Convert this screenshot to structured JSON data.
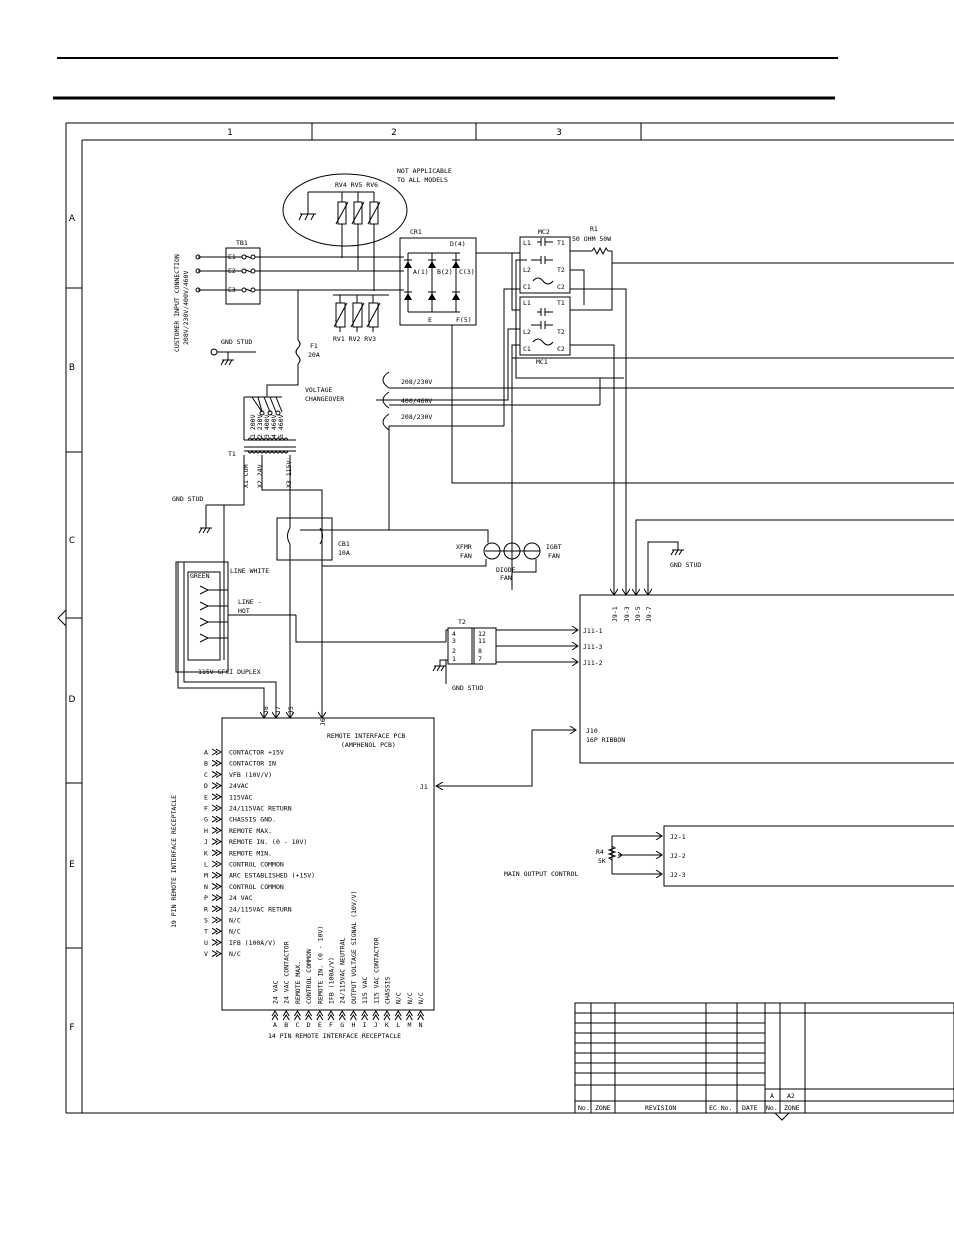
{
  "columns": [
    "1",
    "2",
    "3"
  ],
  "rows": [
    "A",
    "B",
    "C",
    "D",
    "E",
    "F"
  ],
  "labels": {
    "not_applicable": [
      "NOT APPLICABLE",
      "TO ALL MODELS"
    ],
    "rv_top": "RV4 RV5 RV6",
    "rv_bottom": "RV1 RV2 RV3",
    "tb1": "TB1",
    "e1": "E1",
    "e2": "E2",
    "e3": "E3",
    "customer_input": [
      "CUSTOMER INPUT CONNECTION",
      "208V/230V/400V/460V"
    ],
    "gnd_stud": "GND STUD",
    "f1": "F1",
    "f1_rating": "20A",
    "cr1": "CR1",
    "cr1_d": "D(4)",
    "cr1_a": "A(1)",
    "cr1_b": "B(2)",
    "cr1_c": "C(3)",
    "cr1_e": "E",
    "cr1_f": "F(5)",
    "mc2": "MC2",
    "mc1": "MC1",
    "l1": "L1",
    "t1": "T1",
    "l2": "L2",
    "t2": "T2",
    "c1": "C1",
    "c2": "C2",
    "r1": "R1",
    "r1_rating": "50 OHM 50W",
    "voltage_changeover": [
      "VOLTAGE",
      "CHANGEOVER"
    ],
    "v208_230": "208/230V",
    "v400_460": "400/460V",
    "t1_transformer": "T1",
    "taps": [
      "1 200V",
      "2 230V",
      "3 400V",
      "4 460V",
      "5 460V"
    ],
    "sec_taps": [
      "X1 COM",
      "X2 24V",
      "X3 115V"
    ],
    "cb1": "CB1",
    "cb1_rating": "10A",
    "xfmr_fan": [
      "XFMR",
      "FAN"
    ],
    "diode_fan": [
      "DIODE",
      "FAN"
    ],
    "igbt_fan": [
      "IGBT",
      "FAN"
    ],
    "line_white": "LINE WHITE",
    "green": "GREEN",
    "line_hot": [
      "LINE -",
      "HOT"
    ],
    "gfci": "115V GFCI DUPLEX",
    "t2_pins_left": [
      "4",
      "3",
      "2",
      "1"
    ],
    "t2_pins_right": [
      "12",
      "11",
      "8",
      "7"
    ],
    "j11": [
      "J11-1",
      "J11-3",
      "J11-2"
    ],
    "j9": [
      "J9-1",
      "J9-3",
      "J9-5",
      "J9-7"
    ],
    "j10": [
      "J10",
      "16P RIBBON"
    ],
    "j_top": [
      "J8",
      "J7",
      "J5",
      "J6"
    ],
    "remote_pcb": [
      "REMOTE INTERFACE PCB",
      "(AMPHENOL PCB)"
    ],
    "j1": "J1",
    "r4": [
      "R4",
      "5K"
    ],
    "main_output_control": "MAIN OUTPUT CONTROL",
    "j2": [
      "J2-1",
      "J2-2",
      "J2-3"
    ],
    "pin19_title": "19 PIN REMOTE INTERFACE RECEPTACLE",
    "pin14_title": "14 PIN REMOTE INTERFACE RECEPTACLE"
  },
  "pin19": [
    {
      "pin": "A",
      "label": "CONTACTOR  +15V"
    },
    {
      "pin": "B",
      "label": "CONTACTOR IN"
    },
    {
      "pin": "C",
      "label": "VFB (10V/V)"
    },
    {
      "pin": "D",
      "label": "24VAC"
    },
    {
      "pin": "E",
      "label": "115VAC"
    },
    {
      "pin": "F",
      "label": "24/115VAC RETURN"
    },
    {
      "pin": "G",
      "label": "CHASSIS GND."
    },
    {
      "pin": "H",
      "label": "REMOTE MAX."
    },
    {
      "pin": "J",
      "label": "REMOTE IN. (0 - 10V)"
    },
    {
      "pin": "K",
      "label": "REMOTE MIN."
    },
    {
      "pin": "L",
      "label": "CONTROL COMMON"
    },
    {
      "pin": "M",
      "label": "ARC ESTABLISHED (+15V)"
    },
    {
      "pin": "N",
      "label": "CONTROL COMMON"
    },
    {
      "pin": "P",
      "label": "24 VAC"
    },
    {
      "pin": "R",
      "label": "24/115VAC RETURN"
    },
    {
      "pin": "S",
      "label": "N/C"
    },
    {
      "pin": "T",
      "label": "N/C"
    },
    {
      "pin": "U",
      "label": "IFB (100A/V)"
    },
    {
      "pin": "V",
      "label": "N/C"
    }
  ],
  "pin14": [
    {
      "pin": "A",
      "label": "24 VAC"
    },
    {
      "pin": "B",
      "label": "24 VAC CONTACTOR"
    },
    {
      "pin": "C",
      "label": "REMOTE MAX."
    },
    {
      "pin": "D",
      "label": "CONTROL COMMON"
    },
    {
      "pin": "E",
      "label": "REMOTE IN. (0 - 10V)"
    },
    {
      "pin": "F",
      "label": "IFB (100A/V)"
    },
    {
      "pin": "G",
      "label": "24/115VAC NEUTRAL"
    },
    {
      "pin": "H",
      "label": "OUTPUT VOLTAGE SIGNAL (10V/V)"
    },
    {
      "pin": "I",
      "label": "115 VAC"
    },
    {
      "pin": "J",
      "label": "115 VAC CONTACTOR"
    },
    {
      "pin": "K",
      "label": "CHASSIS"
    },
    {
      "pin": "L",
      "label": "N/C"
    },
    {
      "pin": "M",
      "label": "N/C"
    },
    {
      "pin": "N",
      "label": "N/C"
    }
  ],
  "revision_block": {
    "left_headers": [
      "No.",
      "ZONE",
      "REVISION",
      "EC No.",
      "DATE"
    ],
    "right_headers": [
      "No.",
      "ZONE"
    ],
    "right_entry": [
      "A",
      "A2"
    ]
  }
}
